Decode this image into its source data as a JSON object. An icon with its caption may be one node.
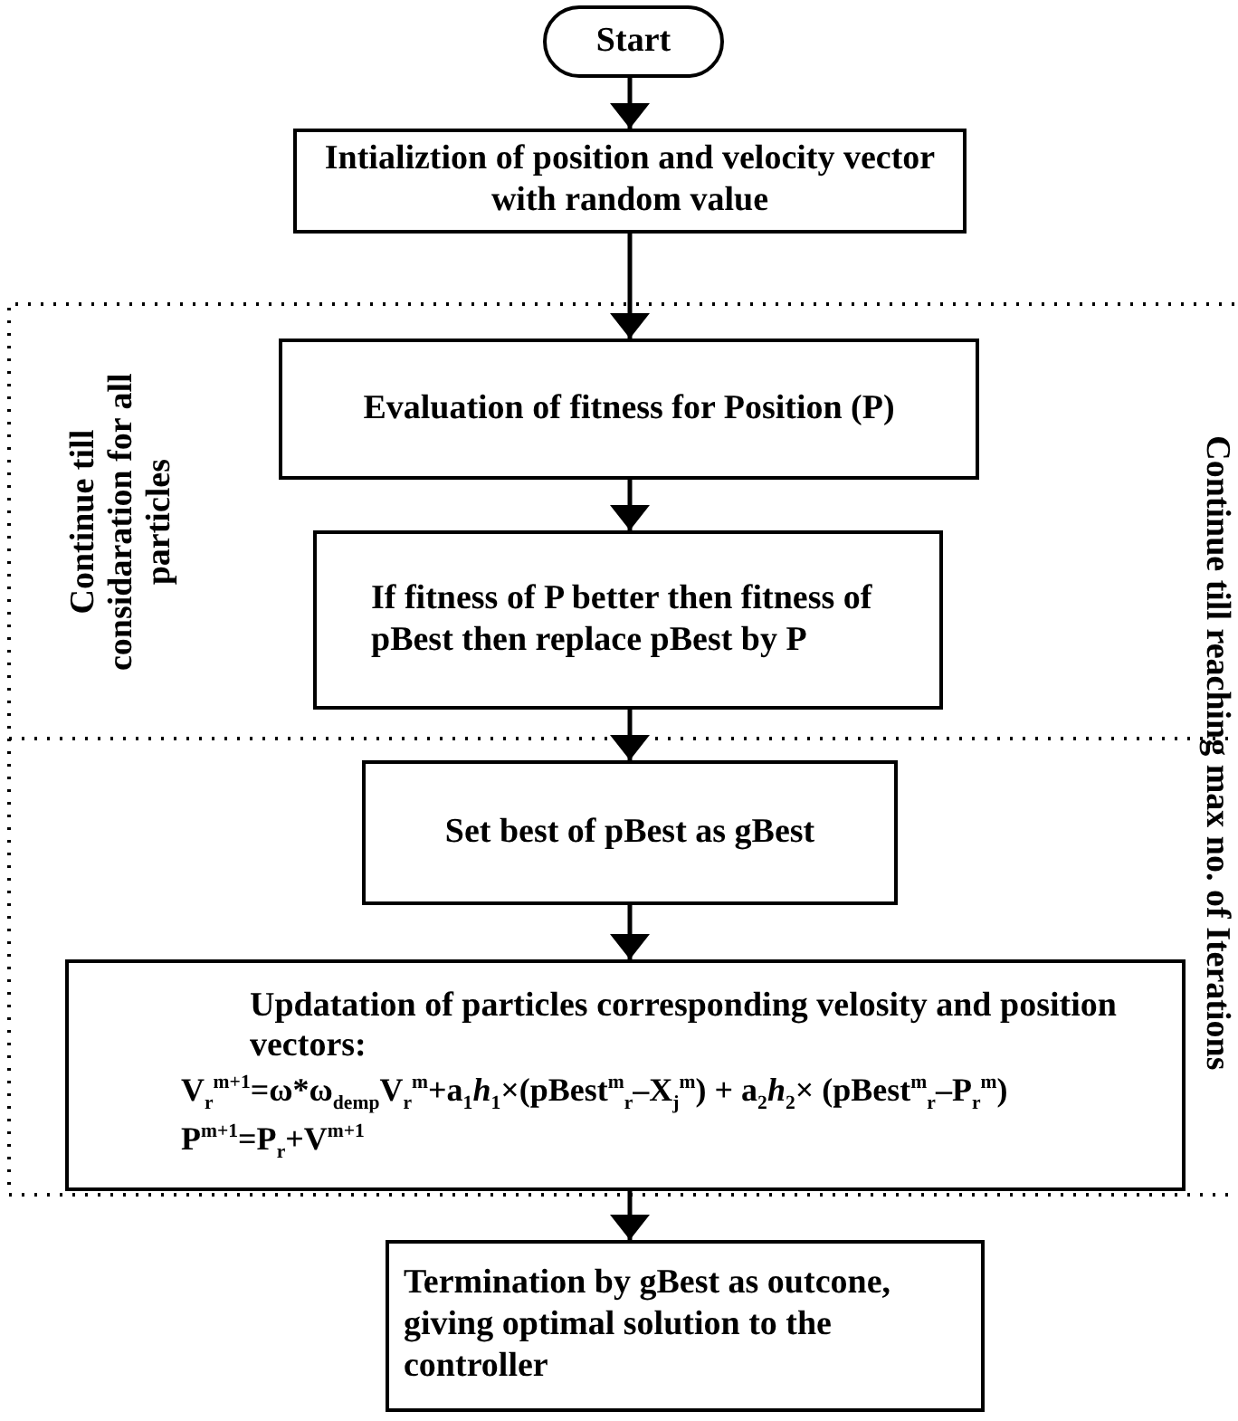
{
  "diagram": {
    "nodes": [
      {
        "text": [
          "Start"
        ]
      },
      {
        "text": [
          "Intializtion of position and velocity vector with random value"
        ]
      },
      {
        "text": [
          "Evaluation of fitness for Position (P)"
        ]
      },
      {
        "text": [
          "If fitness of P better then fitness of pBest then replace pBest by P"
        ]
      },
      {
        "text": [
          "Set best of pBest as gBest"
        ]
      },
      {
        "text": [
          "Updatation of particles corresponding velosity and position vectors:",
          "V$_{r}$$^{m+1}$=ω*ω$_{demp}$V$_{r}$$^{m}$+a$_{1}$*h*$_{1}$×(pBest$^{m}$$_{r}$–X$_{j}$$^{m}$) + a$_{2}$*h*$_{2}$× (pBest$^{m}$$_{r}$–P$_{r}$$^{m}$)",
          "P$^{m+1}$=P$_{r}$+V$^{m+1}$"
        ]
      },
      {
        "text": [
          "Termination by gBest as outcone, giving optimal solution to the controller"
        ]
      }
    ],
    "edges": [
      {
        "from": 0,
        "to": 1,
        "arrow": "to"
      },
      {
        "from": 1,
        "to": 2,
        "arrow": "to"
      },
      {
        "from": 2,
        "to": 3,
        "arrow": "to"
      },
      {
        "from": 3,
        "to": 4,
        "arrow": "to"
      },
      {
        "from": 4,
        "to": 5,
        "arrow": "to"
      },
      {
        "from": 5,
        "to": 6,
        "arrow": "to"
      }
    ],
    "labels": [
      "Continue till considaration for all particles",
      "Continue till reaching max no. of Iterations"
    ]
  }
}
